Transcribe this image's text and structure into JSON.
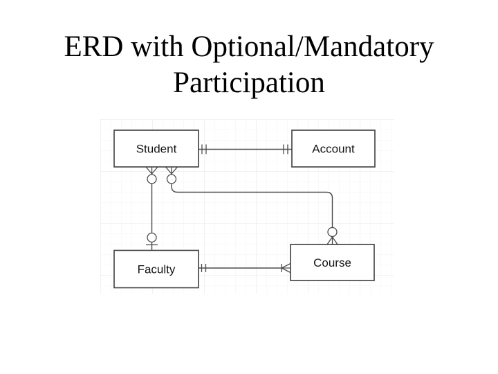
{
  "slide": {
    "title_line1": "ERD with Optional/Mandatory",
    "title_line2": "Participation"
  },
  "diagram": {
    "type": "entity-relationship-diagram",
    "notation": "crow's foot",
    "entities": [
      {
        "name": "Student"
      },
      {
        "name": "Account"
      },
      {
        "name": "Faculty"
      },
      {
        "name": "Course"
      }
    ],
    "relationships": [
      {
        "from": "Student",
        "to": "Account",
        "from_cardinality": "mandatory-one",
        "to_cardinality": "mandatory-one"
      },
      {
        "from": "Student",
        "to": "Faculty",
        "from_cardinality": "optional-many",
        "to_cardinality": "optional-one"
      },
      {
        "from": "Student",
        "to": "Course",
        "from_cardinality": "optional-many",
        "to_cardinality": "optional-many"
      },
      {
        "from": "Faculty",
        "to": "Course",
        "from_cardinality": "mandatory-one",
        "to_cardinality": "mandatory-many"
      }
    ],
    "colors": {
      "background": "#ffffff",
      "grid_minor": "#f3f3f3",
      "grid_major": "#e5e5e5",
      "line": "#4a4a4a",
      "box_border": "#3d3d3d",
      "box_fill": "#ffffff",
      "label_text": "#141414",
      "title_text": "#000000"
    }
  }
}
